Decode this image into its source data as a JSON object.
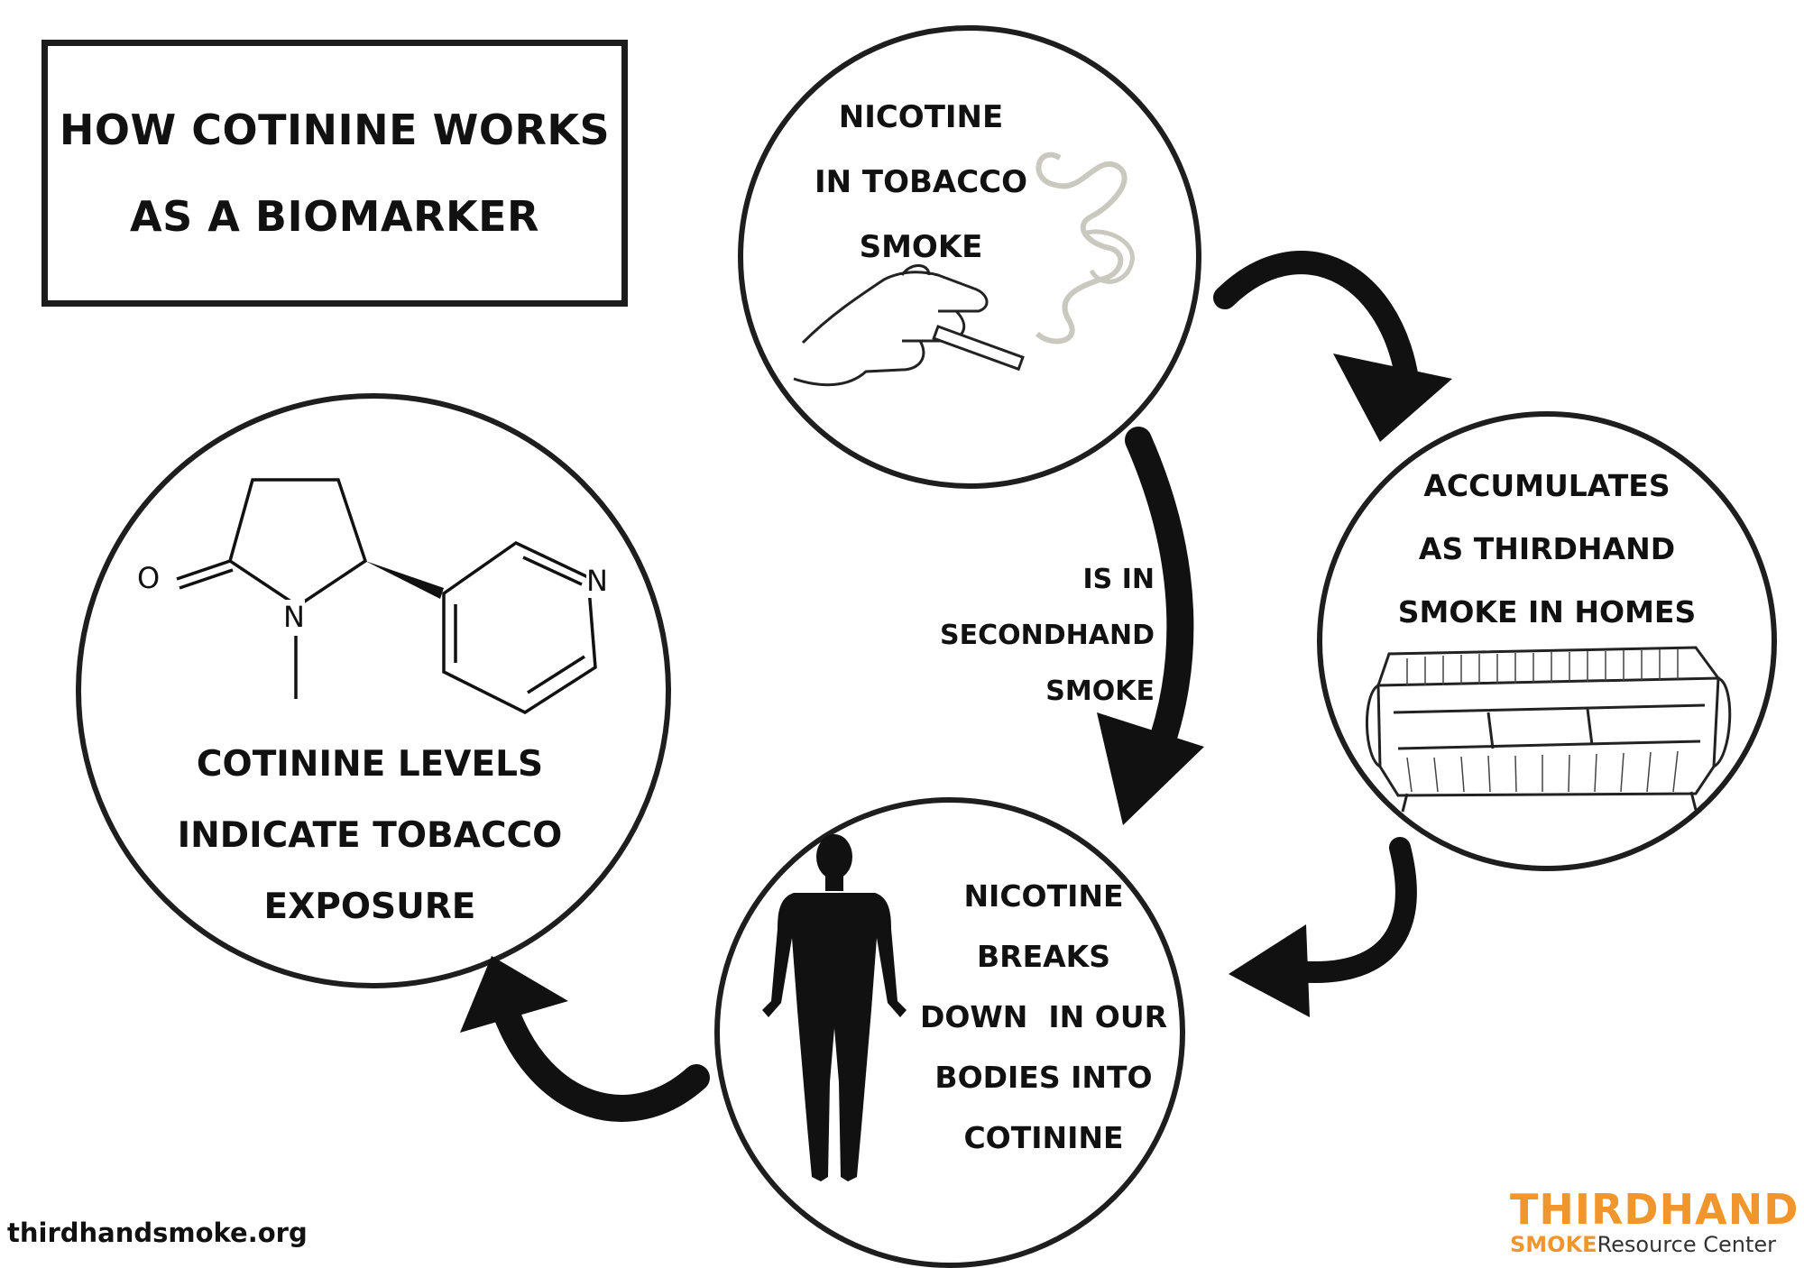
{
  "title": {
    "line1": "HOW COTININE WORKS",
    "line2": "AS A BIOMARKER"
  },
  "nodes": {
    "nicotine_smoke": {
      "lines": [
        "NICOTINE",
        "IN TOBACCO",
        "SMOKE"
      ],
      "icon": "hand-cigarette-smoke-icon"
    },
    "thirdhand": {
      "lines": [
        "ACCUMULATES",
        "AS THIRDHAND",
        "SMOKE IN HOMES"
      ],
      "icon": "sofa-icon"
    },
    "body": {
      "lines": [
        "NICOTINE",
        "BREAKS",
        "DOWN  IN OUR",
        "BODIES INTO",
        "COTININE"
      ],
      "icon": "human-silhouette-icon"
    },
    "cotinine": {
      "lines": [
        "COTININE LEVELS",
        "INDICATE TOBACCO",
        "EXPOSURE"
      ],
      "icon": "cotinine-molecule-icon",
      "atoms": {
        "oxygen": "O",
        "nitrogen_ring": "N",
        "nitrogen_pyridine": "N"
      }
    }
  },
  "edges": {
    "secondhand": [
      "IS IN",
      "SECONDHAND",
      "SMOKE"
    ]
  },
  "footer": {
    "url": "thirdhandsmoke.org",
    "logo_top": "THIRDHAND",
    "logo_smoke": "SMOKE",
    "logo_rest": "Resource Center"
  },
  "colors": {
    "ink": "#1e1e1e",
    "brand_orange": "#f0962d"
  }
}
